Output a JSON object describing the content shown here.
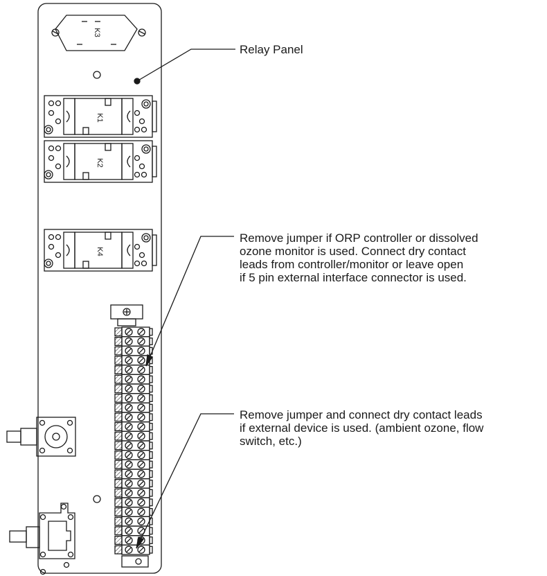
{
  "callouts": {
    "relay_panel": "Relay Panel",
    "orp_jumper": [
      "Remove jumper if ORP controller or dissolved",
      "ozone monitor is used. Connect dry contact",
      "leads from controller/monitor or leave open",
      "if 5 pin external interface connector is used."
    ],
    "external_jumper": [
      "Remove jumper and connect dry contact leads",
      "if external device is used. (ambient ozone, flow",
      "switch, etc.)"
    ]
  },
  "relays": {
    "k3": "K3",
    "k1": "K1",
    "k2": "K2",
    "k4": "K4"
  },
  "terminal_block": {
    "terminal_count": 24
  },
  "colors": {
    "line": "#1a1a1a",
    "background": "#ffffff"
  }
}
